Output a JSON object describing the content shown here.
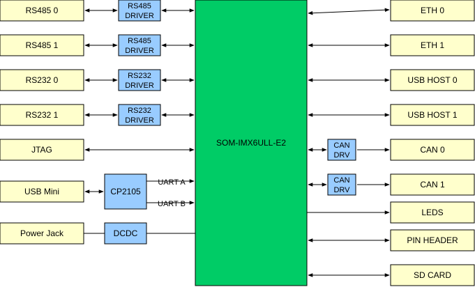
{
  "soc": {
    "label": "SOM-IMX6ULL-E2"
  },
  "left": {
    "rs485_0": "RS485 0",
    "rs485_1": "RS485 1",
    "rs232_0": "RS232 0",
    "rs232_1": "RS232 1",
    "jtag": "JTAG",
    "usb_mini": "USB Mini",
    "power_jack": "Power Jack"
  },
  "drivers": {
    "rs485_line1": "RS485",
    "rs232_line1": "RS232",
    "line2": "DRIVER",
    "cp2105": "CP2105",
    "dcdc": "DCDC",
    "can_line1": "CAN",
    "can_line2": "DRV"
  },
  "uart": {
    "a": "UART A",
    "b": "UART B"
  },
  "right": {
    "eth0": "ETH 0",
    "eth1": "ETH 1",
    "usbhost0": "USB HOST 0",
    "usbhost1": "USB HOST 1",
    "can0": "CAN 0",
    "can1": "CAN 1",
    "leds": "LEDS",
    "pinheader": "PIN HEADER",
    "sdcard": "SD CARD"
  },
  "colors": {
    "peripheral_fill": "#ffffcc",
    "driver_fill": "#99ccff",
    "soc_fill": "#00cc66"
  }
}
